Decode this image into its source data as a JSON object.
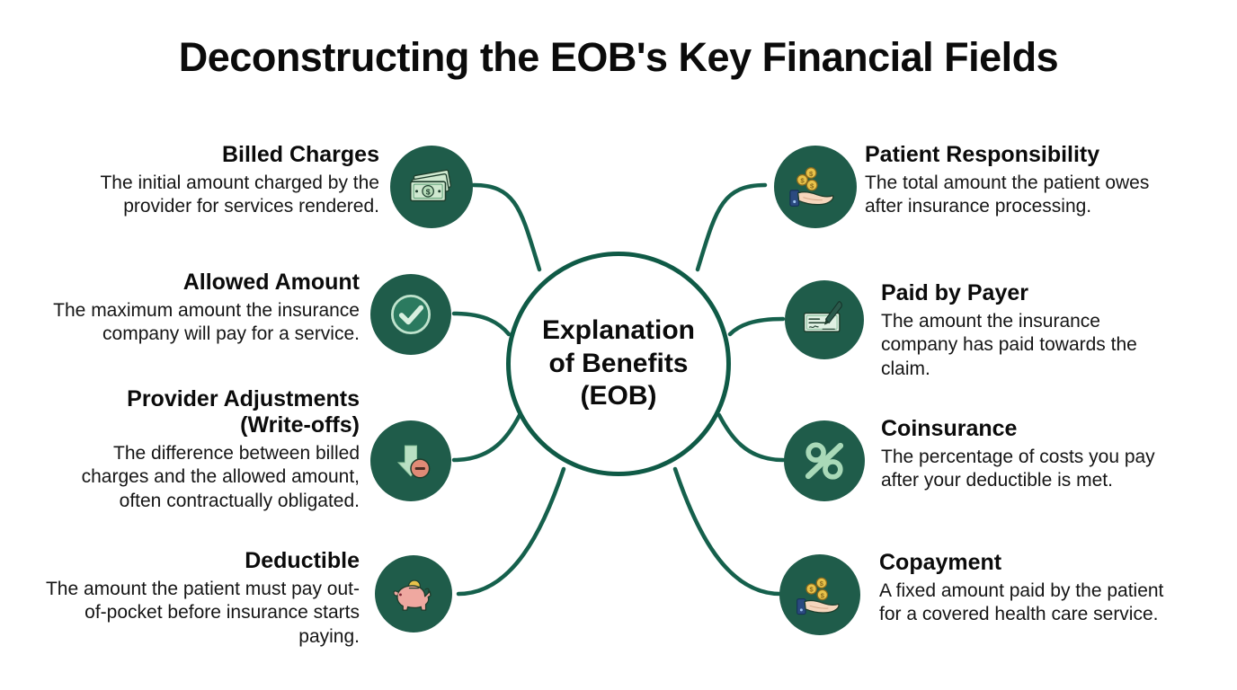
{
  "page": {
    "title": "Deconstructing the EOB's Key Financial Fields",
    "background": "#ffffff"
  },
  "colors": {
    "hub_ring": "#0f5a46",
    "connector": "#15604c",
    "badge_fill": "#1f5c4a",
    "icon_light_green": "#a9d9b8",
    "icon_mid_green": "#2b7a5f",
    "coin_gold": "#e8c24a",
    "piggy_pink": "#efa8a0",
    "minus_badge": "#e08a76",
    "sleeve_blue": "#2b4a80",
    "skin": "#f6d6bd",
    "text": "#0b0b0b"
  },
  "hub": {
    "label": "Explanation\nof Benefits\n(EOB)"
  },
  "items": {
    "left": [
      {
        "id": "billed-charges",
        "title": "Billed Charges",
        "description": "The initial amount charged by the provider for services rendered.",
        "icon": "banknotes-icon"
      },
      {
        "id": "allowed-amount",
        "title": "Allowed Amount",
        "description": "The maximum amount the insurance company will pay for a service.",
        "icon": "check-circle-icon"
      },
      {
        "id": "provider-adjustments",
        "title": "Provider Adjustments\n(Write-offs)",
        "description": "The difference between billed charges and the allowed amount, often contractually obligated.",
        "icon": "arrow-down-minus-icon"
      },
      {
        "id": "deductible",
        "title": "Deductible",
        "description": "The amount the patient must pay out-of-pocket before insurance starts paying.",
        "icon": "piggy-bank-icon"
      }
    ],
    "right": [
      {
        "id": "patient-responsibility",
        "title": "Patient Responsibility",
        "description": "The total amount the patient owes after insurance processing.",
        "icon": "hand-coins-icon"
      },
      {
        "id": "paid-by-payer",
        "title": "Paid by Payer",
        "description": "The amount the insurance company has paid towards the claim.",
        "icon": "cheque-pen-icon"
      },
      {
        "id": "coinsurance",
        "title": "Coinsurance",
        "description": "The percentage of costs you pay after your deductible is met.",
        "icon": "percent-icon"
      },
      {
        "id": "copayment",
        "title": "Copayment",
        "description": "A fixed amount paid by the patient for a covered health care service.",
        "icon": "hand-coins-icon"
      }
    ]
  }
}
